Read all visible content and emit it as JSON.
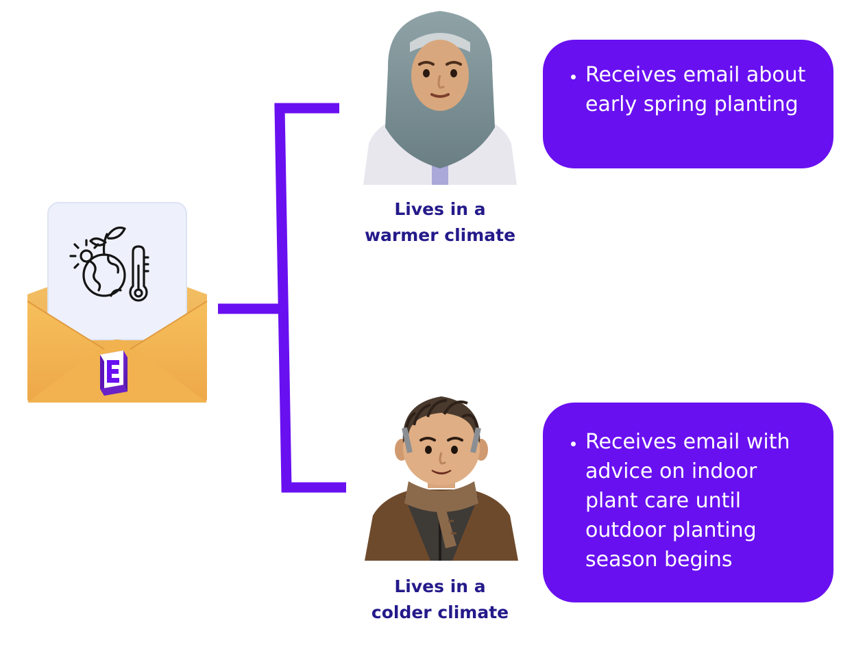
{
  "colors": {
    "accent": "#6910f0",
    "label_text": "#241a8a",
    "callout_text": "#ffffff",
    "envelope": "#f3b552",
    "letter": "#eef1fb"
  },
  "icons": {
    "email": "envelope-with-letter",
    "letter_symbol": "globe-sun-plant-thermometer",
    "brand": "e-logo-cube",
    "persona_warm": "avatar-woman-hijab",
    "persona_cold": "avatar-man-scarf"
  },
  "personas": [
    {
      "label": "Lives in a\nwarmer climate",
      "message": "Receives email about early spring planting"
    },
    {
      "label": "Lives in a\ncolder climate",
      "message": "Receives email with advice on indoor plant care until outdoor planting season begins"
    }
  ]
}
